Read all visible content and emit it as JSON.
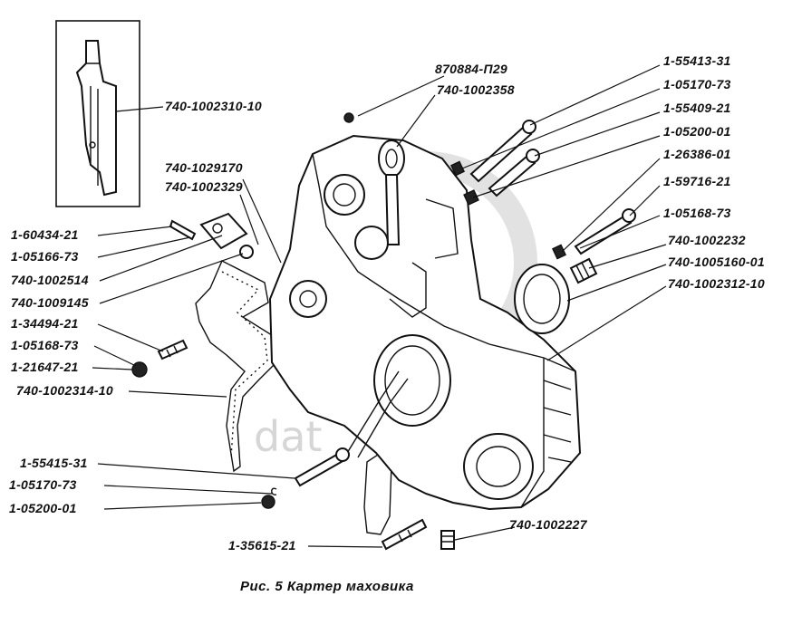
{
  "labels": {
    "l1": "740-1002310-10",
    "l2": "870884-П29",
    "l3": "740-1002358",
    "l4": "1-55413-31",
    "l5": "1-05170-73",
    "l6": "1-55409-21",
    "l7": "1-05200-01",
    "l8": "1-26386-01",
    "l9": "1-59716-21",
    "l10": "1-05168-73",
    "l11": "740-1002232",
    "l12": "740-1005160-01",
    "l13": "740-1002312-10",
    "l14": "740-1029170",
    "l15": "740-1002329",
    "l16": "1-60434-21",
    "l17": "1-05166-73",
    "l18": "740-1002514",
    "l19": "740-1009145",
    "l20": "1-34494-21",
    "l21": "1-05168-73",
    "l22": "1-21647-21",
    "l23": "740-1002314-10",
    "l24": "1-55415-31",
    "l25": "1-05170-73",
    "l26": "1-05200-01",
    "l27": "1-35615-21",
    "l28": "740-1002227"
  },
  "caption": "Рис. 5 Картер маховика",
  "watermark": "dat"
}
